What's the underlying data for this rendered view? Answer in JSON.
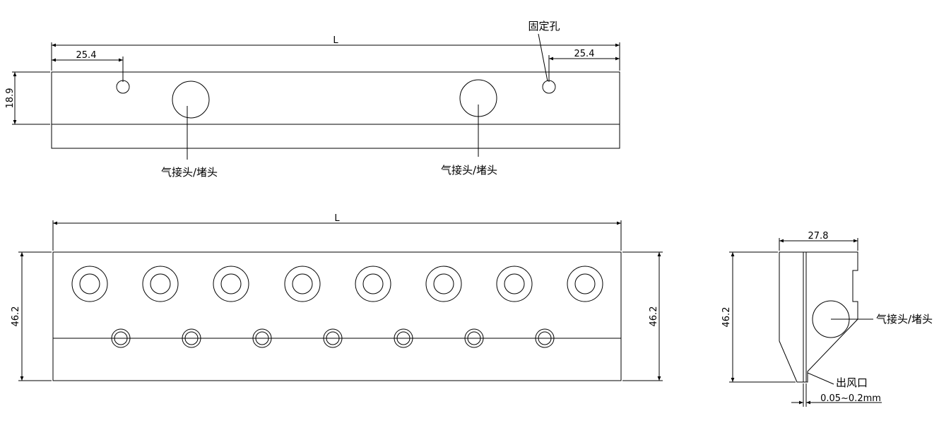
{
  "top_view": {
    "length_label": "L",
    "left_offset": "25.4",
    "right_offset": "25.4",
    "height": "18.9",
    "fixing_hole_label": "固定孔",
    "left_port_label": "气接头/堵头",
    "right_port_label": "气接头/堵头"
  },
  "front_view": {
    "length_label": "L",
    "left_height": "46.2",
    "right_height": "46.2"
  },
  "side_view": {
    "width": "27.8",
    "height": "46.2",
    "port_label": "气接头/堵头",
    "outlet_label": "出风口",
    "gap_label": "0.05~0.2mm"
  }
}
